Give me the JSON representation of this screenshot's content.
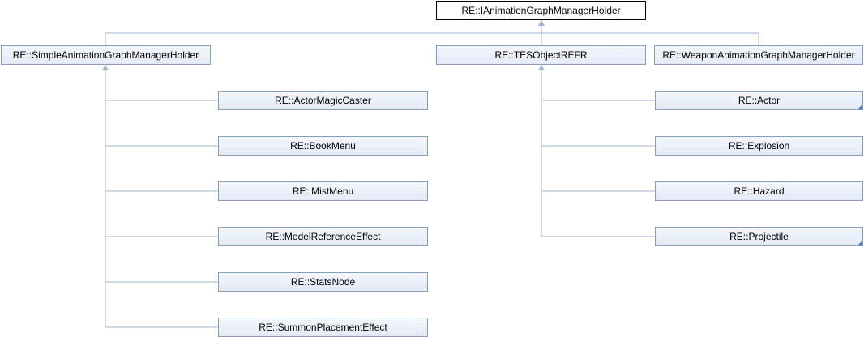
{
  "diagram": {
    "root": "RE::IAnimationGraphManagerHolder",
    "level1": {
      "simple": "RE::SimpleAnimationGraphManagerHolder",
      "tesobject": "RE::TESObjectREFR",
      "weapon": "RE::WeaponAnimationGraphManagerHolder"
    },
    "simple_children": [
      "RE::ActorMagicCaster",
      "RE::BookMenu",
      "RE::MistMenu",
      "RE::ModelReferenceEffect",
      "RE::StatsNode",
      "RE::SummonPlacementEffect"
    ],
    "tesobject_children": [
      "RE::Actor",
      "RE::Explosion",
      "RE::Hazard",
      "RE::Projectile"
    ]
  },
  "colors": {
    "connector": "#9fb3d3",
    "node_border": "#8a9bbd",
    "root_border": "#000000",
    "more_marker": "#5673b3"
  }
}
